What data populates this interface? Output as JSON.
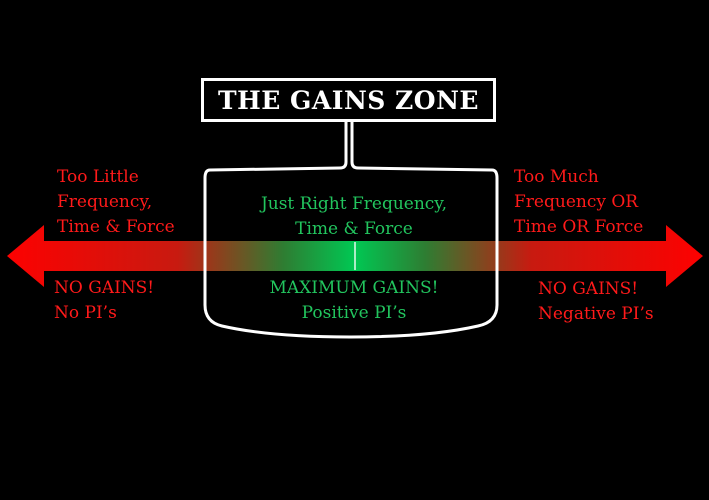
{
  "title": "THE GAINS ZONE",
  "left": {
    "top_lines": [
      "Too Little",
      "Frequency,",
      "Time & Force"
    ],
    "bottom_lines": [
      "NO GAINS!",
      "No PI’s"
    ]
  },
  "center": {
    "top_lines": [
      "Just Right Frequency,",
      "Time & Force"
    ],
    "bottom_lines": [
      "MAXIMUM GAINS!",
      "Positive PI’s"
    ]
  },
  "right": {
    "top_lines": [
      "Too Much",
      "Frequency OR",
      "Time OR Force"
    ],
    "bottom_lines": [
      "NO GAINS!",
      "Negative PI’s"
    ]
  },
  "colors": {
    "background": "#000000",
    "no_gains": "#ff1a1a",
    "gains": "#22c55e",
    "outline": "#ffffff"
  }
}
